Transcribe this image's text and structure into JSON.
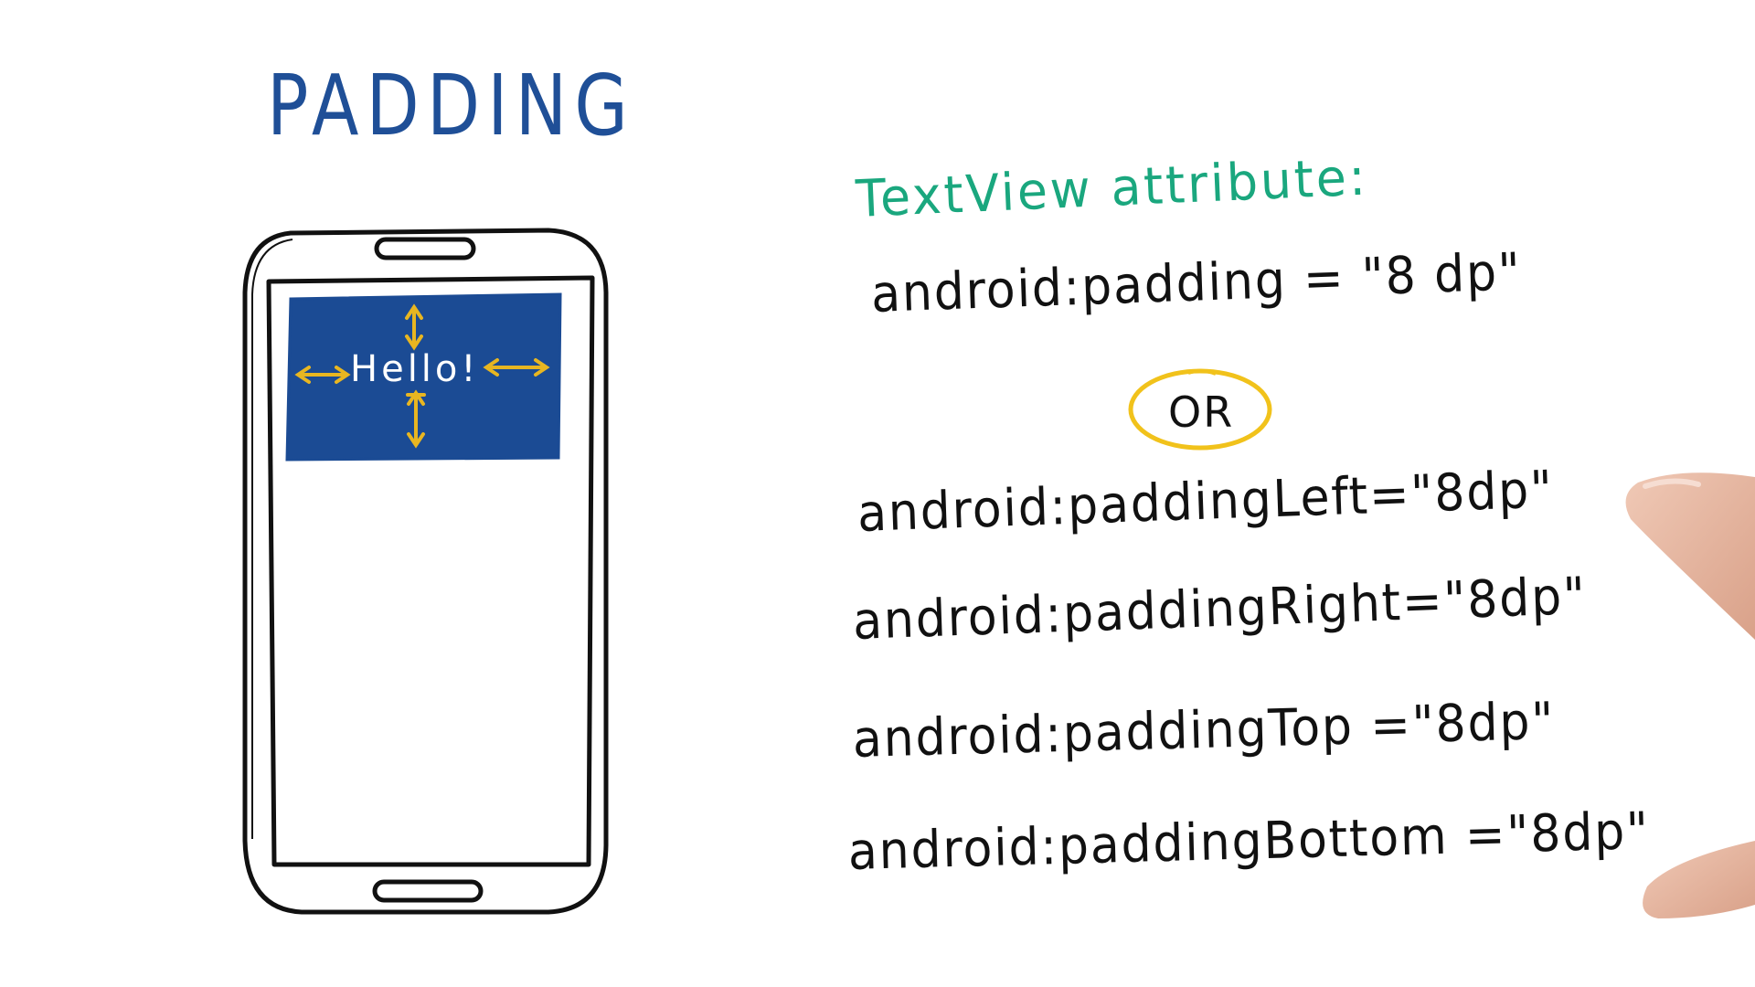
{
  "title": "PADDING",
  "phone": {
    "hello_text": "Hello!",
    "textview_color": "#1b4b94",
    "arrow_color": "#e8b621"
  },
  "attributes": {
    "heading": "TextView attribute:",
    "heading_color": "#1aa77e",
    "main": "android:padding = \"8 dp\"",
    "or_label": "OR",
    "or_circle_color": "#f1c21b",
    "items": [
      "android:paddingLeft=\"8dp\"",
      "android:paddingRight=\"8dp\"",
      "android:paddingTop =\"8dp\"",
      "android:paddingBottom =\"8dp\""
    ]
  },
  "colors": {
    "title": "#1f4f97",
    "ink": "#111111",
    "background": "#ffffff",
    "skin": "#e7b9a4"
  }
}
